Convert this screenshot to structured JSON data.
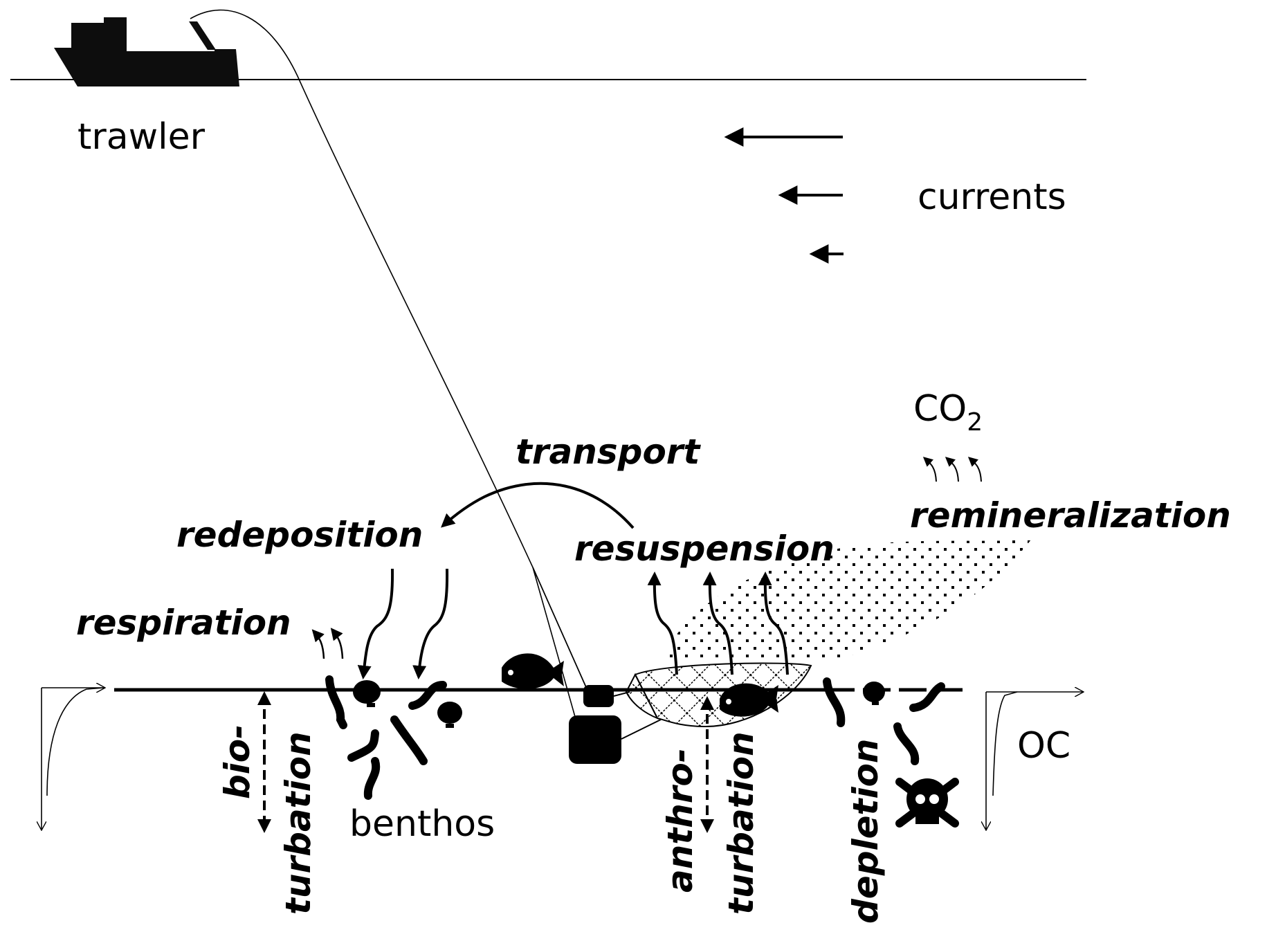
{
  "labels": {
    "trawler": "trawler",
    "currents": "currents",
    "co2_main": "CO",
    "co2_sub": "2",
    "transport": "transport",
    "redeposition": "redeposition",
    "resuspension": "resuspension",
    "remineralization": "remineralization",
    "respiration": "respiration",
    "bioturbation_1": "bio-",
    "bioturbation_2": "turbation",
    "benthos": "benthos",
    "anthroturbation_1": "anthro-",
    "anthroturbation_2": "turbation",
    "depletion": "depletion",
    "oc": "OC"
  },
  "icons": {
    "vessel": "trawler-ship-icon",
    "fish": "fish-icon",
    "shell": "scallop-shell-icon",
    "worm": "worm-icon",
    "skull": "skull-crossbones-icon",
    "trawl_door": "trawl-door-icon",
    "net": "trawl-net-icon"
  },
  "colors": {
    "ink": "#000000",
    "background": "#ffffff"
  }
}
